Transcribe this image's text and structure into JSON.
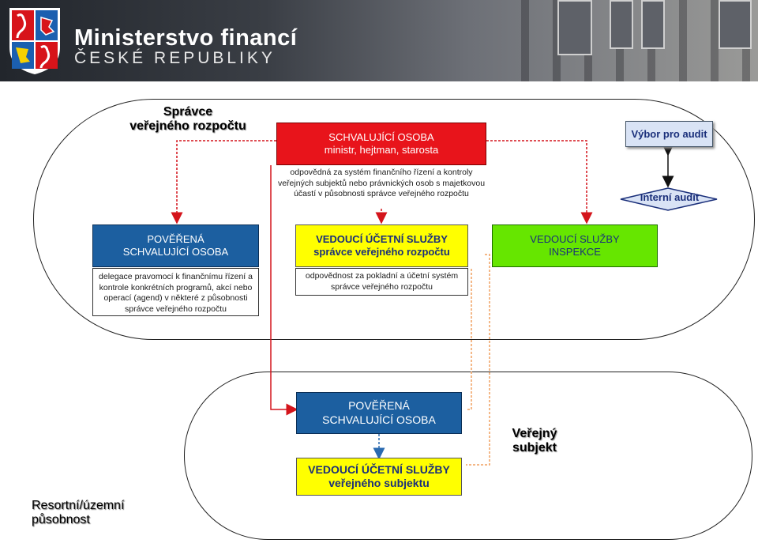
{
  "header": {
    "title": "Ministerstvo financí",
    "subtitle": "ČESKÉ REPUBLIKY",
    "logo": "czech-state-emblem"
  },
  "labels": {
    "spravce_line1": "Správce",
    "spravce_line2": "veřejného rozpočtu",
    "verejny_line1": "Veřejný",
    "verejny_line2": "subjekt",
    "resortni_line1": "Resortní/územní",
    "resortni_line2": "působnost"
  },
  "nodes": {
    "schvalujici": {
      "title": "SCHVALUJÍCÍ OSOBA",
      "subtitle": "ministr, hejtman, starosta",
      "description": "odpovědná za systém finančního řízení a kontroly veřejných subjektů nebo právnických osob s majetkovou účastí v působnosti správce veřejného rozpočtu"
    },
    "vybor": {
      "label": "Výbor pro audit"
    },
    "interni_audit": {
      "label": "Interní audit"
    },
    "poverena_upper": {
      "line1": "POVĚŘENÁ",
      "line2": "SCHVALUJÍCÍ OSOBA",
      "description": "delegace pravomocí k finančnímu řízení a kontrole konkrétních programů, akcí nebo operací (agend) v některé z působnosti správce veřejného rozpočtu"
    },
    "vedouci_ucetni": {
      "line1": "VEDOUCÍ ÚČETNÍ SLUŽBY",
      "line2": "správce veřejného rozpočtu",
      "description": "odpovědnost za pokladní a účetní systém správce veřejného rozpočtu"
    },
    "vedouci_inspekce": {
      "line1": "VEDOUCÍ SLUŽBY",
      "line2": "INSPEKCE"
    },
    "poverena_lower": {
      "line1": "POVĚŘENÁ",
      "line2": "SCHVALUJÍCÍ OSOBA"
    },
    "vedouci_subjektu": {
      "line1": "VEDOUCÍ ÚČETNÍ SLUŽBY",
      "line2": "veřejného subjektu"
    }
  },
  "colors": {
    "red": "#e8141b",
    "blue": "#1c5fa0",
    "yellow": "#ffff00",
    "green": "#66e600",
    "connector_red": "#d4141b",
    "connector_orange": "#f0a060",
    "connector_blue": "#2a6ab0"
  }
}
